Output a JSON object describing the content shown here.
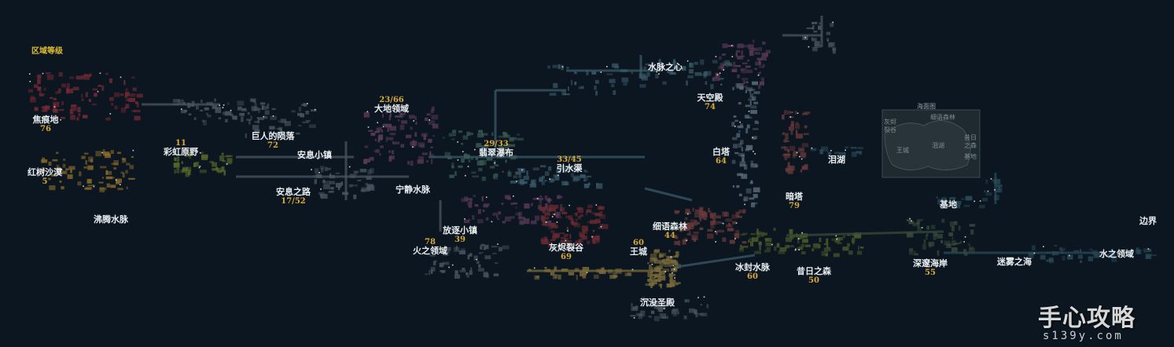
{
  "legend": {
    "title": "区域等级"
  },
  "regions": [
    {
      "key": "jiaohen",
      "name": "焦痕地",
      "level": "76"
    },
    {
      "key": "hongshu",
      "name": "红树沙漠",
      "level": "5"
    },
    {
      "key": "feiteng",
      "name": "沸腾水脉",
      "level": ""
    },
    {
      "key": "caihong",
      "name": "彩虹原野",
      "level": "11"
    },
    {
      "key": "juren",
      "name": "巨人的陨落",
      "level": "72"
    },
    {
      "key": "anxi_town",
      "name": "安息小镇",
      "level": ""
    },
    {
      "key": "anxi_road",
      "name": "安息之路",
      "level": "17/52"
    },
    {
      "key": "dadi",
      "name": "大地领域",
      "level": "23/66"
    },
    {
      "key": "ningjing",
      "name": "宁静水脉",
      "level": ""
    },
    {
      "key": "feicui",
      "name": "翡翠瀑布",
      "level": "29/33"
    },
    {
      "key": "yinshui",
      "name": "引水渠",
      "level": "33/45"
    },
    {
      "key": "shuimai",
      "name": "水脉之心",
      "level": ""
    },
    {
      "key": "tiankong",
      "name": "天空殿",
      "level": "74"
    },
    {
      "key": "baita",
      "name": "白塔",
      "level": "64"
    },
    {
      "key": "leihu",
      "name": "泪湖",
      "level": ""
    },
    {
      "key": "anta",
      "name": "暗塔",
      "level": "79"
    },
    {
      "key": "jidi",
      "name": "基地",
      "level": ""
    },
    {
      "key": "bianjie",
      "name": "边界",
      "level": ""
    },
    {
      "key": "fangzhu",
      "name": "放逐小镇",
      "level": "39"
    },
    {
      "key": "huozhi",
      "name": "火之领域",
      "level": "78"
    },
    {
      "key": "huijin",
      "name": "灰烬裂谷",
      "level": "69"
    },
    {
      "key": "wangcheng",
      "name": "王城",
      "level": "60"
    },
    {
      "key": "xiyu",
      "name": "细语森林",
      "level": "44"
    },
    {
      "key": "bingfeng",
      "name": "冰封水脉",
      "level": "60"
    },
    {
      "key": "xiri",
      "name": "昔日之森",
      "level": "50"
    },
    {
      "key": "shensui",
      "name": "深邃海岸",
      "level": "55"
    },
    {
      "key": "miwu",
      "name": "迷雾之海",
      "level": ""
    },
    {
      "key": "shuizhi",
      "name": "水之领域",
      "level": ""
    },
    {
      "key": "chenmo",
      "name": "沉没圣殿",
      "level": ""
    }
  ],
  "sea_map": {
    "title": "海面图",
    "labels": [
      "灰烬",
      "裂谷",
      "细语森林",
      "昔日",
      "之森",
      "基地",
      "泪湖",
      "王城"
    ]
  },
  "watermark": {
    "main": "手心攻略",
    "sub": "s139y.com"
  },
  "colors": {
    "background": "#0b1620",
    "level": "#d9a93a",
    "legend": "#e2bd2e",
    "scorched": "#7a2a36",
    "desert": "#8a6a2a",
    "rainbow": "#5a6a2a",
    "teal": "#3a5a68",
    "stone": "#4a5560",
    "purple": "#5a3a58",
    "emerald": "#3a5a52",
    "ash": "#6a2a30",
    "gold": "#7a6a3a",
    "forest": "#6a3a3a",
    "tower": "#5a6a78",
    "dark_tower": "#6a3a3a",
    "old_forest": "#4a5a2a",
    "coast": "#3a4a3a",
    "water": "#2a4a58"
  }
}
